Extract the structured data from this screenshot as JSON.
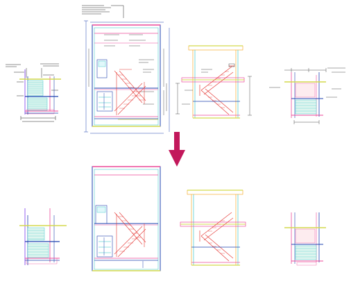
{
  "colors": {
    "background": "#ffffff",
    "arrow": "#c2185b",
    "stair": "#e53935",
    "wall": "#1e40af",
    "partition": "#ec4899",
    "floor": "#d4d94c",
    "glass": "#22c1c3",
    "guide": "#7c3aed",
    "dimension": "#222222",
    "frame": "#f59e0b"
  },
  "views": {
    "top_row": [
      "section-left",
      "main-elevation",
      "stair-section",
      "section-right"
    ],
    "bottom_row": [
      "section-left",
      "main-elevation",
      "stair-section",
      "section-right"
    ]
  },
  "transition": {
    "arrow_direction": "down",
    "arrow_icon": "down-arrow-icon",
    "before_state": "dimensioned",
    "after_state": "dimensions-removed"
  }
}
